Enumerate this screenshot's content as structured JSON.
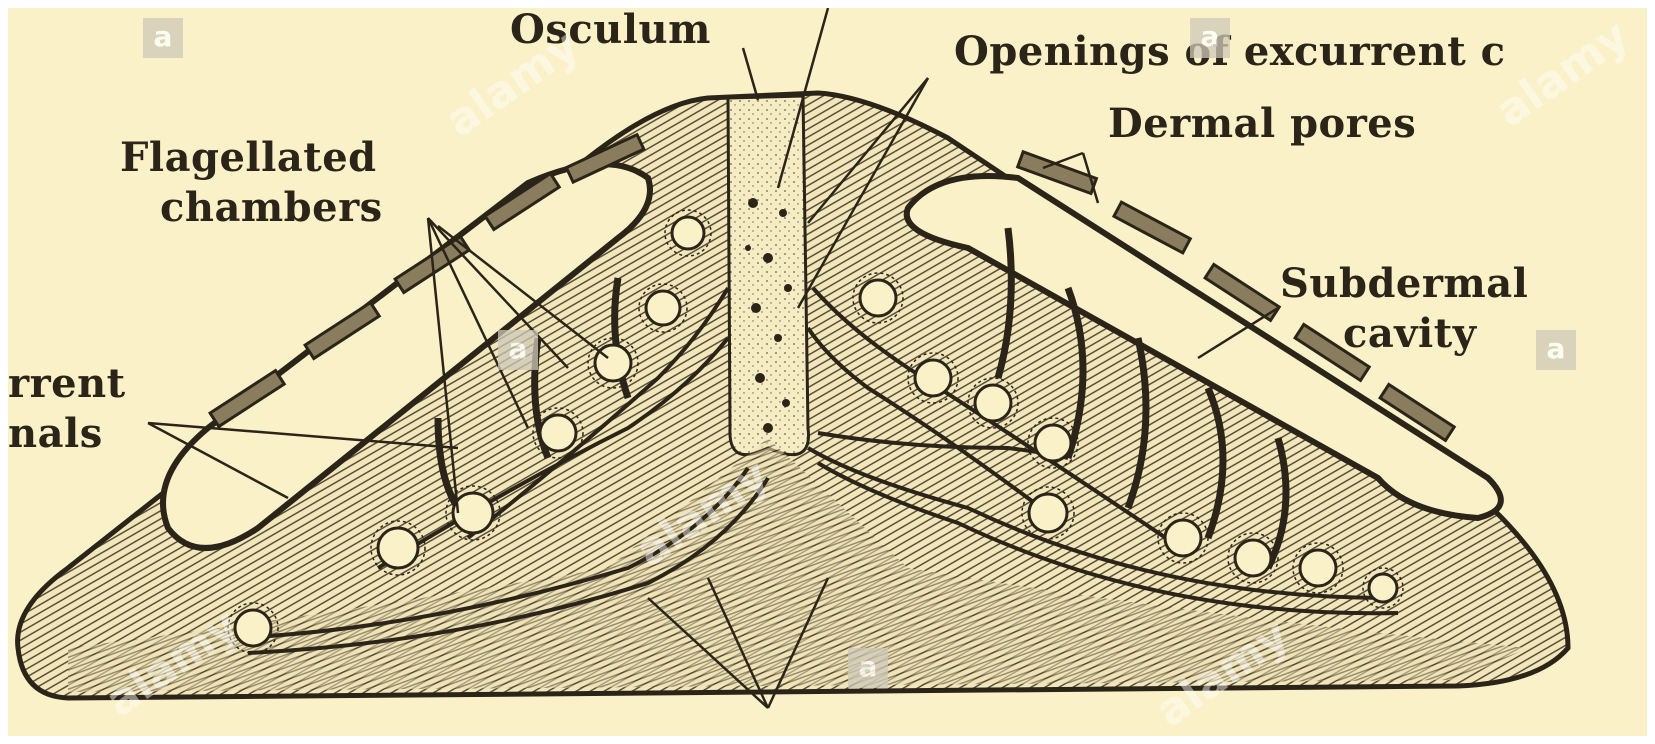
{
  "labels": {
    "osculum": "Osculum",
    "openings": "Openings of excurrent c",
    "dermal_pores": "Dermal pores",
    "flagellated_1": "Flagellated",
    "flagellated_2": "chambers",
    "subdermal_1": "Subdermal",
    "subdermal_2": "cavity",
    "excurrent_1": "rrent",
    "excurrent_2": "nals"
  },
  "watermark": {
    "letter": "a",
    "word": "alamy"
  },
  "colors": {
    "paper": "#fbf1c9",
    "ink": "#2b2418",
    "hatch": "#5a4f3a"
  }
}
